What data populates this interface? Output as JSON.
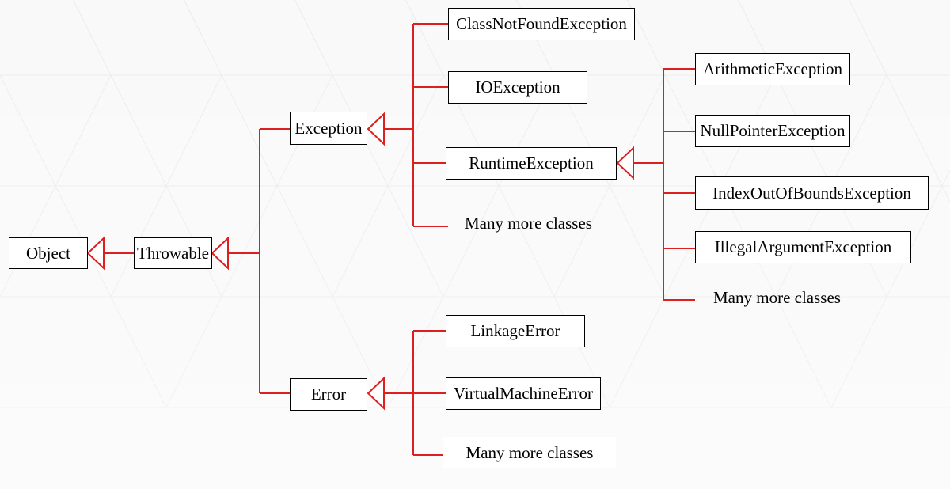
{
  "colors": {
    "connector": "#dd1f1f",
    "box_border": "#000000",
    "box_fill": "#ffffff",
    "background": "#f7f7f7"
  },
  "nodes": {
    "object": "Object",
    "throwable": "Throwable",
    "exception": "Exception",
    "error": "Error",
    "class_not_found": "ClassNotFoundException",
    "io_exception": "IOException",
    "runtime_exception": "RuntimeException",
    "exception_more": "Many more classes",
    "arithmetic": "ArithmeticException",
    "null_pointer": "NullPointerException",
    "index_out_of_bounds": "IndexOutOfBoundsException",
    "illegal_argument": "IllegalArgumentException",
    "runtime_more": "Many more classes",
    "linkage_error": "LinkageError",
    "virtual_machine_error": "VirtualMachineError",
    "error_more": "Many more classes"
  }
}
